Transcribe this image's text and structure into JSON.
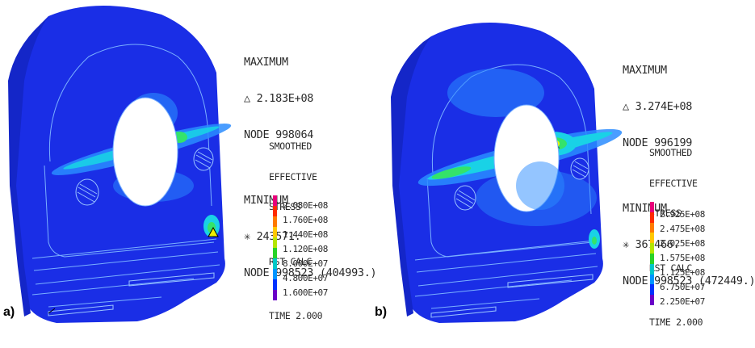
{
  "panels": [
    {
      "label": "a)",
      "maximum_label": "MAXIMUM",
      "maximum_value": "2.183E+08",
      "maximum_node": "NODE 998064",
      "minimum_label": "MINIMUM",
      "minimum_value": "243571.",
      "minimum_node": "NODE 998523 (404993.)",
      "result_lines": [
        "SMOOTHED",
        "EFFECTIVE",
        "STRESS",
        "RST CALC",
        "TIME 2.000"
      ],
      "legend": [
        "2.080E+08",
        "1.760E+08",
        "1.440E+08",
        "1.120E+08",
        "8.000E+07",
        "4.800E+07",
        "1.600E+07"
      ]
    },
    {
      "label": "b)",
      "maximum_label": "MAXIMUM",
      "maximum_value": "3.274E+08",
      "maximum_node": "NODE 996199",
      "minimum_label": "MINIMUM",
      "minimum_value": "367466.",
      "minimum_node": "NODE 998523 (472449.)",
      "result_lines": [
        "SMOOTHED",
        "EFFECTIVE",
        "STRESS",
        "RST CALC",
        "TIME 2.000"
      ],
      "legend": [
        "2.925E+08",
        "2.475E+08",
        "2.025E+08",
        "1.575E+08",
        "1.125E+08",
        "6.750E+07",
        "2.250E+07"
      ]
    }
  ],
  "symbols": {
    "maximum_marker": "triangle-icon",
    "minimum_marker": "asterisk-icon"
  },
  "legend_colors": [
    "#e8007a",
    "#ff2a00",
    "#ff7a00",
    "#ffc800",
    "#b4e600",
    "#28d228",
    "#00c8c8",
    "#0096ff",
    "#0032ff",
    "#6a00c8"
  ],
  "model_colors": {
    "base": "#1a2ee6",
    "edge": "#7ab0ff",
    "light": "#2a8cff",
    "cyan": "#19d2e6",
    "green": "#34e36a",
    "yellow": "#f0f000"
  }
}
